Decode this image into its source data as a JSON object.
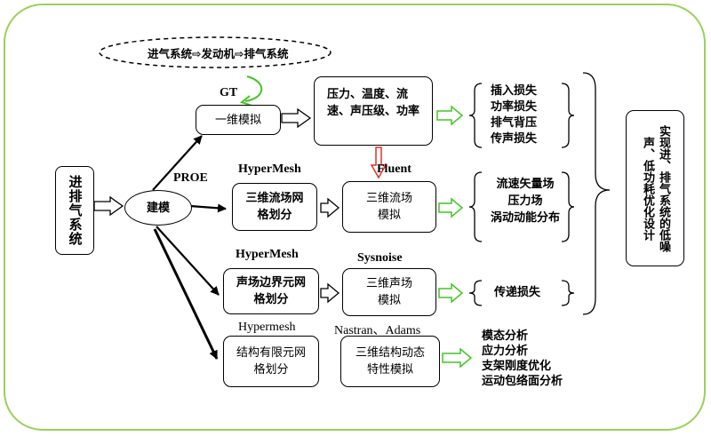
{
  "top_flow": "进气系统⇨发动机⇨排气系统",
  "left_box": "进排气系统",
  "build_model": "建模",
  "proe": "PROE",
  "gt": "GT",
  "hypermesh_1": "HyperMesh",
  "hypermesh_2": "HyperMesh",
  "hypermesh_3": "Hypermesh",
  "fluent": "Fluent",
  "sysnoise": "Sysnoise",
  "nastran_adams": "Nastran、Adams",
  "box_1d": "一维模拟",
  "result_1d": "压力、温度、流速、声压级、功率",
  "mesh_flow": "三维流场网格划分",
  "sim_flow": "三维流场模拟",
  "mesh_acoustic": "声场边界元网格划分",
  "sim_acoustic": "三维声场模拟",
  "mesh_fem": "结构有限元网格划分",
  "sim_struct": "三维结构动态特性模拟",
  "out_1d": [
    "插入损失",
    "功率损失",
    "排气背压",
    "传声损失"
  ],
  "out_flow": [
    "流速矢量场",
    "压力场",
    "涡动动能分布"
  ],
  "out_acoustic": [
    "传递损失"
  ],
  "out_struct": [
    "模态分析",
    "应力分析",
    "支架刚度优化",
    "运动包络面分析"
  ],
  "goal": "实现进、排气系统的低噪声、低功耗优化设计"
}
